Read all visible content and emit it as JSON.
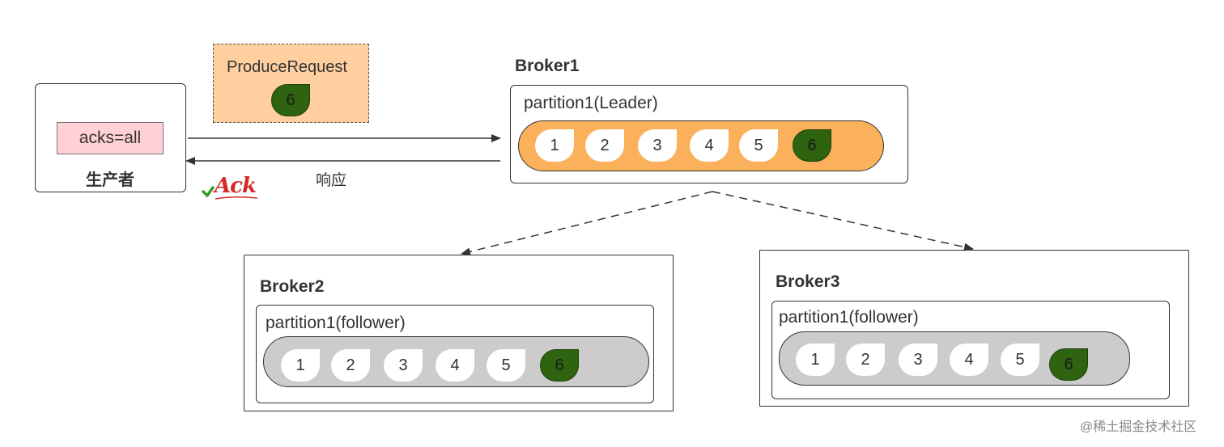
{
  "producer": {
    "config": "acks=all",
    "label": "生产者"
  },
  "request": {
    "label": "ProduceRequest",
    "message": "6"
  },
  "response_label": "响应",
  "ack_stamp": "Ack",
  "brokers": [
    {
      "name": "Broker1",
      "partition": "partition1(Leader)",
      "messages": [
        "1",
        "2",
        "3",
        "4",
        "5",
        "6"
      ]
    },
    {
      "name": "Broker2",
      "partition": "partition1(follower)",
      "messages": [
        "1",
        "2",
        "3",
        "4",
        "5",
        "6"
      ]
    },
    {
      "name": "Broker3",
      "partition": "partition1(follower)",
      "messages": [
        "1",
        "2",
        "3",
        "4",
        "5",
        "6"
      ]
    }
  ],
  "watermark": "@稀土掘金技术社区",
  "colors": {
    "leader_lane": "#fbb05c",
    "follower_lane": "#cccccc",
    "new_message": "#2e6310",
    "request_box": "#ffcfa0",
    "acks_box": "#ffd0d4",
    "ack_red": "#d42a2a",
    "ack_check": "#3a9a2a"
  }
}
